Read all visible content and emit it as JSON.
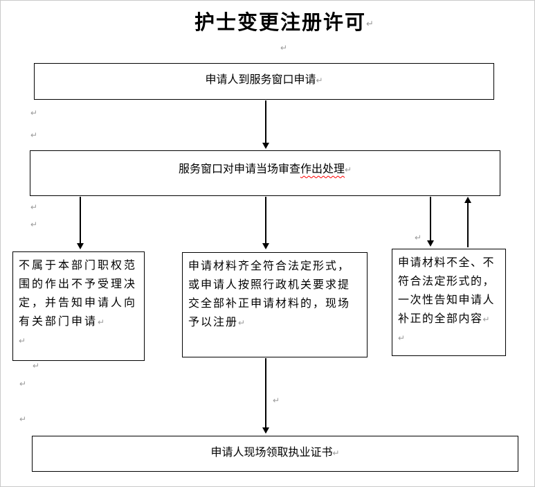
{
  "title": "护士变更注册许可",
  "formatting_mark": "↵",
  "colors": {
    "box_border": "#000000",
    "text": "#000000",
    "spellcheck_underline": "#ff0000",
    "formatting_mark_color": "#9a9a9a",
    "background": "#ffffff"
  },
  "flowchart": {
    "apply": {
      "text": "申请人到服务窗口申请"
    },
    "review": {
      "text": "服务窗口对申请当场审查",
      "flagged": "作出处理"
    },
    "not_accept": {
      "text": "不属于本部门职权范围的作出不予受理决定，并告知申请人向有关部门申请"
    },
    "register": {
      "text": "申请材料齐全符合法定形式，或申请人按照行政机关要求提交全部补正申请材料的，现场予以注册"
    },
    "supplement": {
      "text": "申请材料不全、不符合法定形式的，一次性告知申请人补正的全部内容"
    },
    "certificate": {
      "text": "申请人现场领取执业证书"
    }
  },
  "connections": [
    {
      "from": "apply",
      "to": "review",
      "direction": "down"
    },
    {
      "from": "review",
      "to": "not_accept",
      "direction": "down"
    },
    {
      "from": "review",
      "to": "register",
      "direction": "down"
    },
    {
      "from": "review",
      "to": "supplement",
      "direction": "down"
    },
    {
      "from": "supplement",
      "to": "review",
      "direction": "up"
    },
    {
      "from": "register",
      "to": "certificate",
      "direction": "down"
    }
  ]
}
